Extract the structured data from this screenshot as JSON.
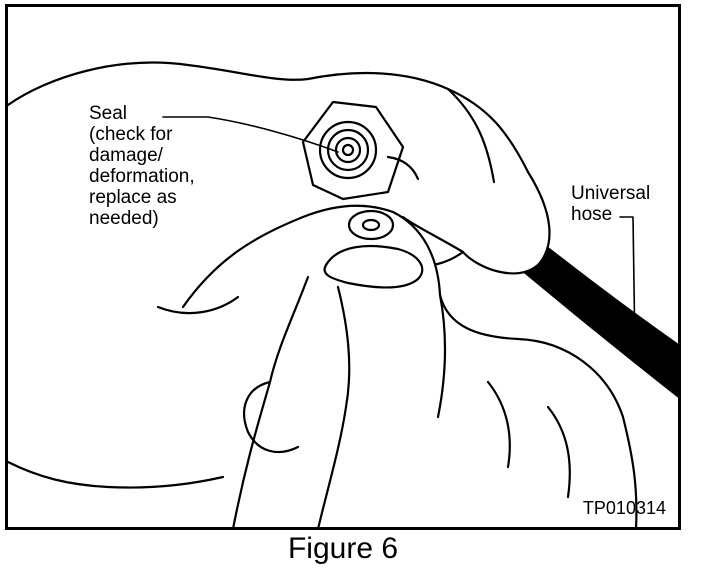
{
  "figure": {
    "caption": "Figure 6",
    "id_code": "TP010314",
    "callouts": {
      "seal": "Seal\n(check for\ndamage/\ndeformation,\nreplace as\nneeded)",
      "hose": "Universal\nhose"
    }
  },
  "colors": {
    "ink": "#000000",
    "paper": "#ffffff"
  }
}
